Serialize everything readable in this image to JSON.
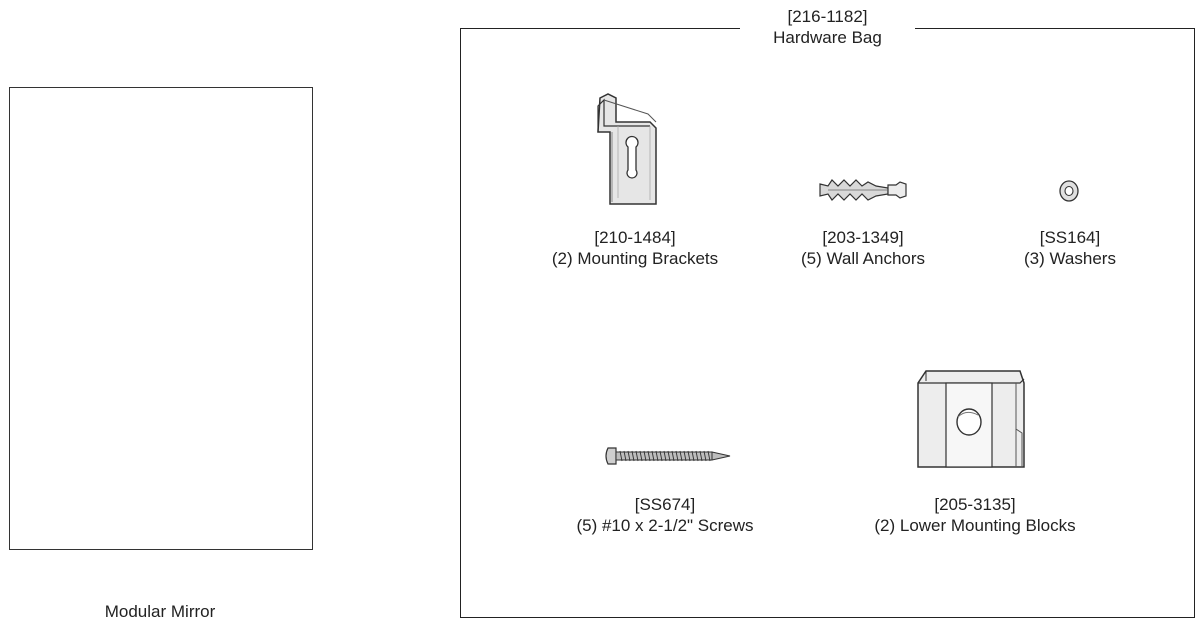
{
  "mirror": {
    "label": "Modular Mirror"
  },
  "hardware_bag": {
    "part_number": "[216-1182]",
    "title": "Hardware Bag"
  },
  "parts": {
    "brackets": {
      "part_number": "[210-1484]",
      "description": "(2) Mounting Brackets",
      "icon": "mounting-bracket-icon"
    },
    "anchors": {
      "part_number": "[203-1349]",
      "description": "(5) Wall Anchors",
      "icon": "wall-anchor-icon"
    },
    "washers": {
      "part_number": "[SS164]",
      "description": "(3) Washers",
      "icon": "washer-icon"
    },
    "screws": {
      "part_number": "[SS674]",
      "description": "(5) #10 x 2-1/2\" Screws",
      "icon": "screw-icon"
    },
    "blocks": {
      "part_number": "[205-3135]",
      "description": "(2) Lower Mounting Blocks",
      "icon": "mounting-block-icon"
    }
  }
}
